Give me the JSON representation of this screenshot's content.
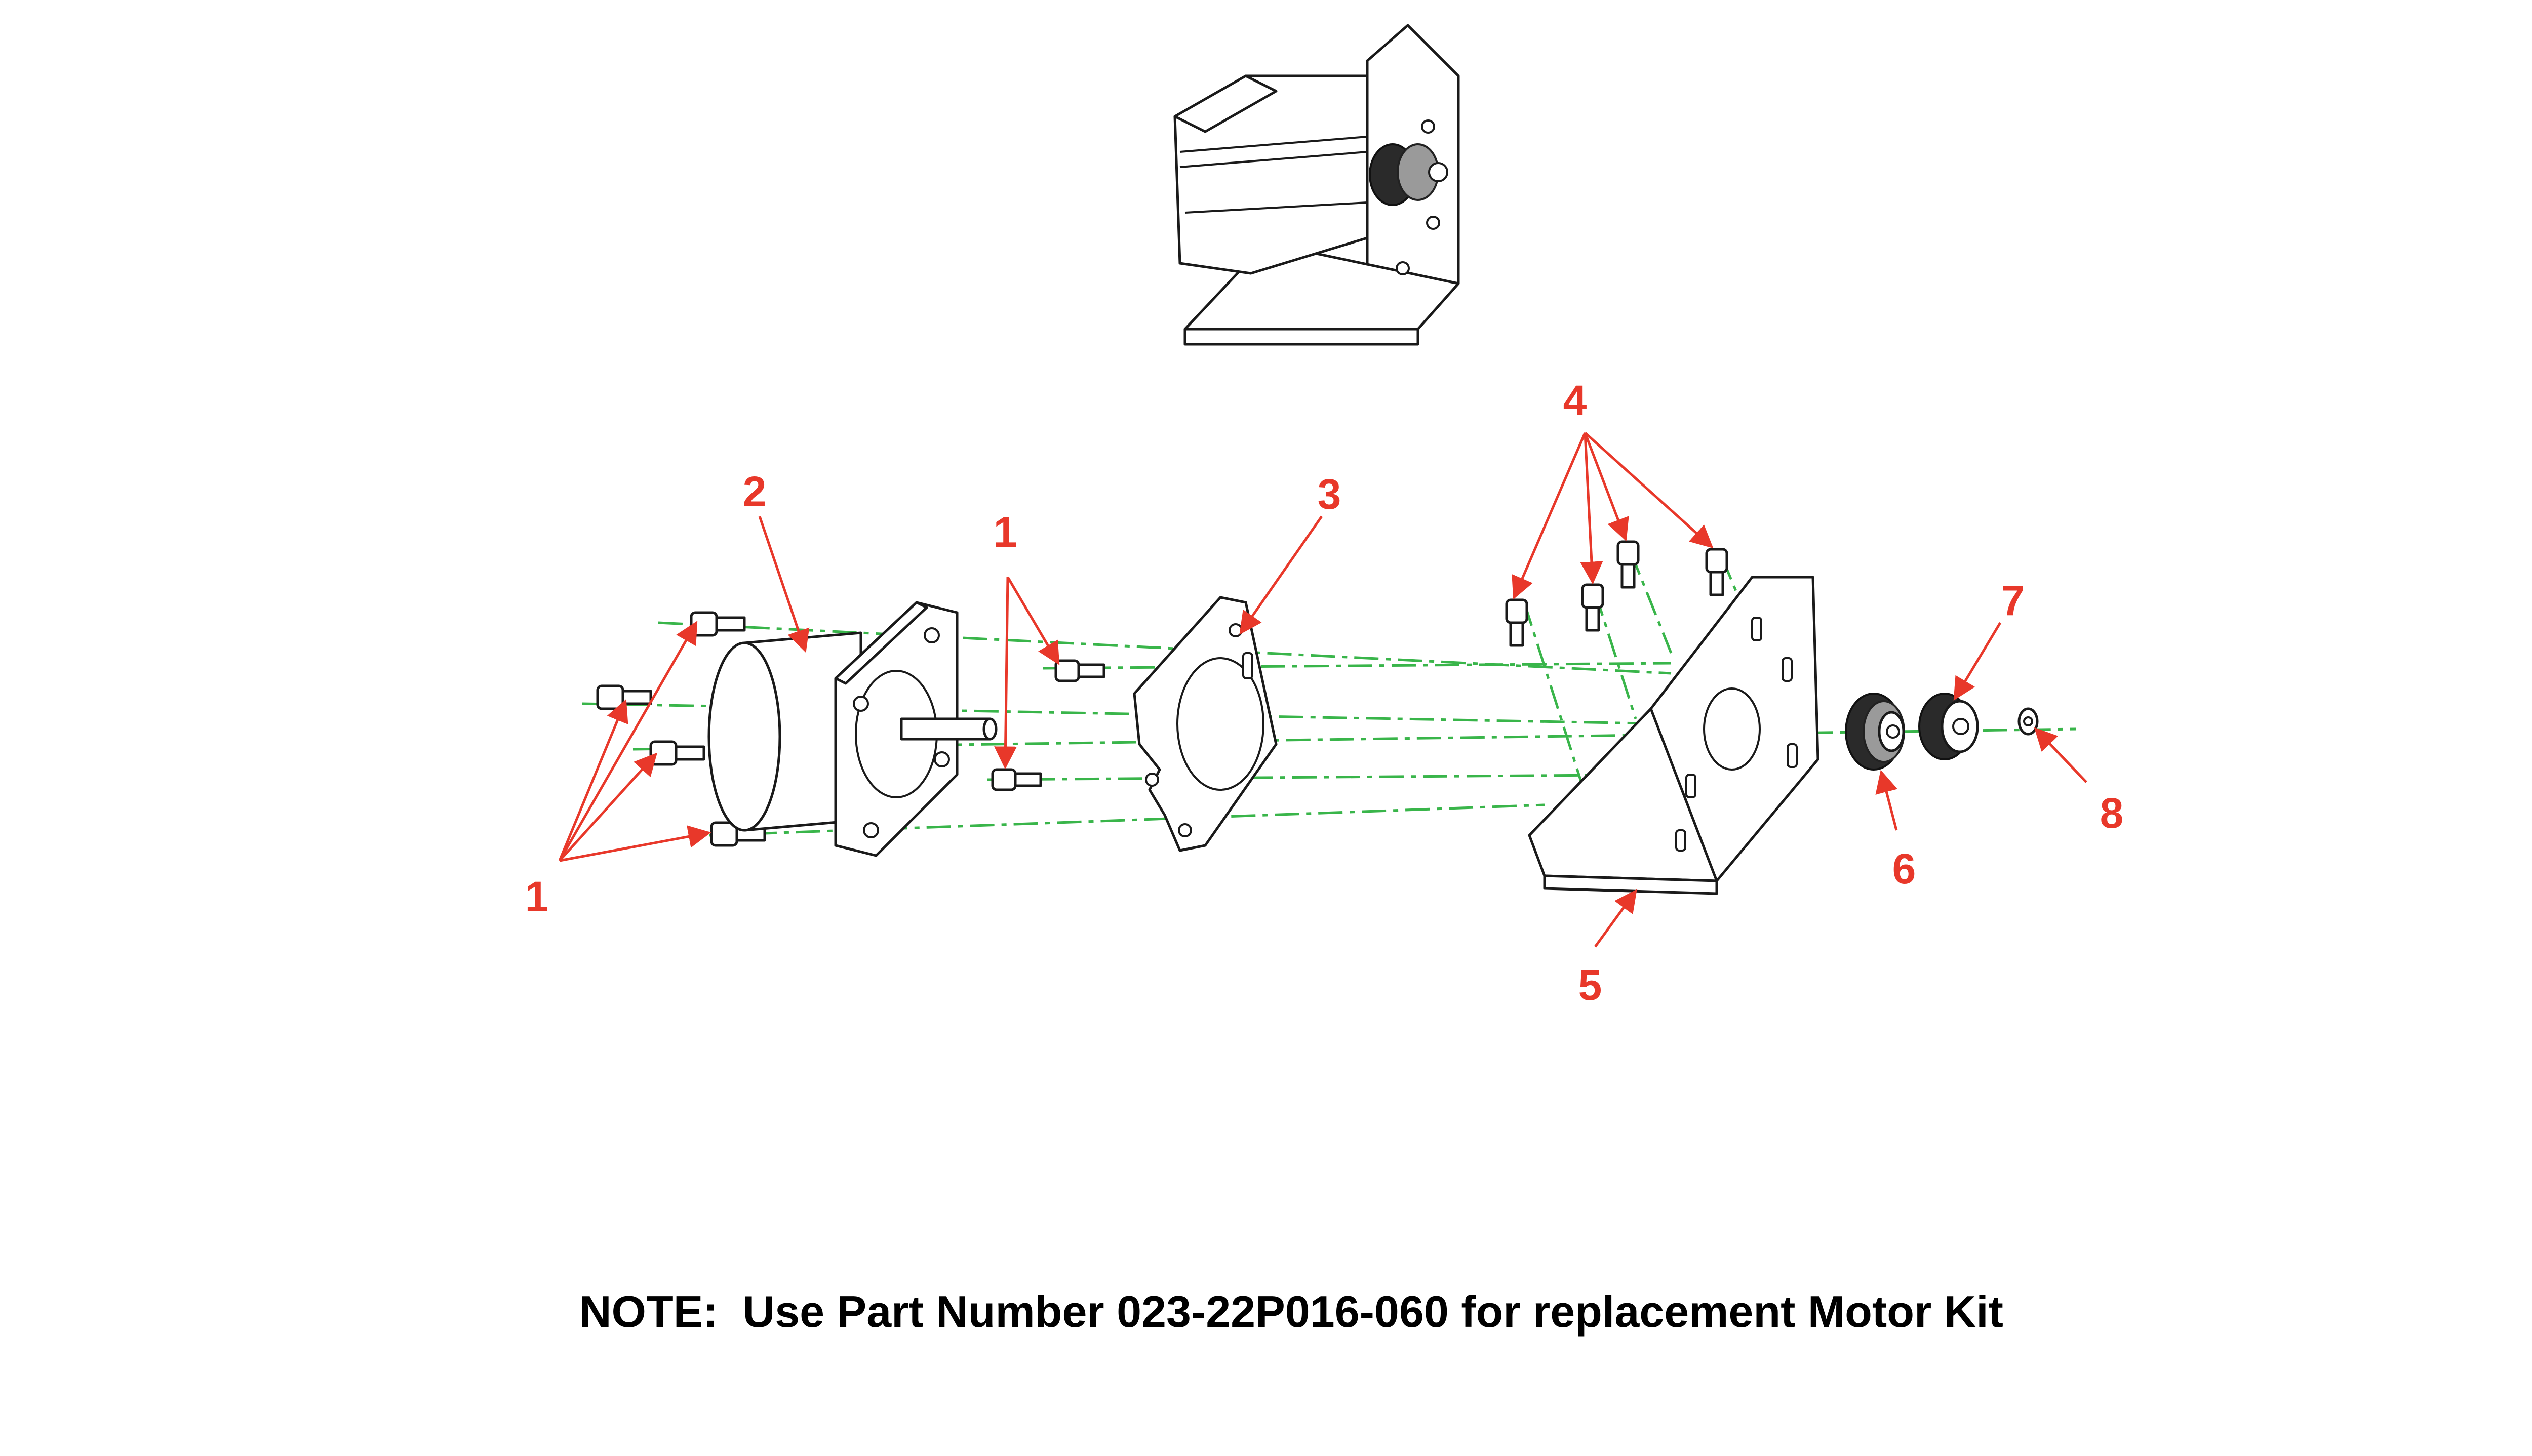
{
  "callouts": [
    {
      "id": "c1a",
      "label": "1"
    },
    {
      "id": "c1b",
      "label": "1"
    },
    {
      "id": "c2",
      "label": "2"
    },
    {
      "id": "c3",
      "label": "3"
    },
    {
      "id": "c4",
      "label": "4"
    },
    {
      "id": "c5",
      "label": "5"
    },
    {
      "id": "c6",
      "label": "6"
    },
    {
      "id": "c7",
      "label": "7"
    },
    {
      "id": "c8",
      "label": "8"
    }
  ],
  "note": "NOTE:  Use Part Number 023-22P016-060 for replacement Motor Kit",
  "colors": {
    "callout": "#e8382a",
    "axis": "#39b54a",
    "linework": "#1a1a1a"
  }
}
